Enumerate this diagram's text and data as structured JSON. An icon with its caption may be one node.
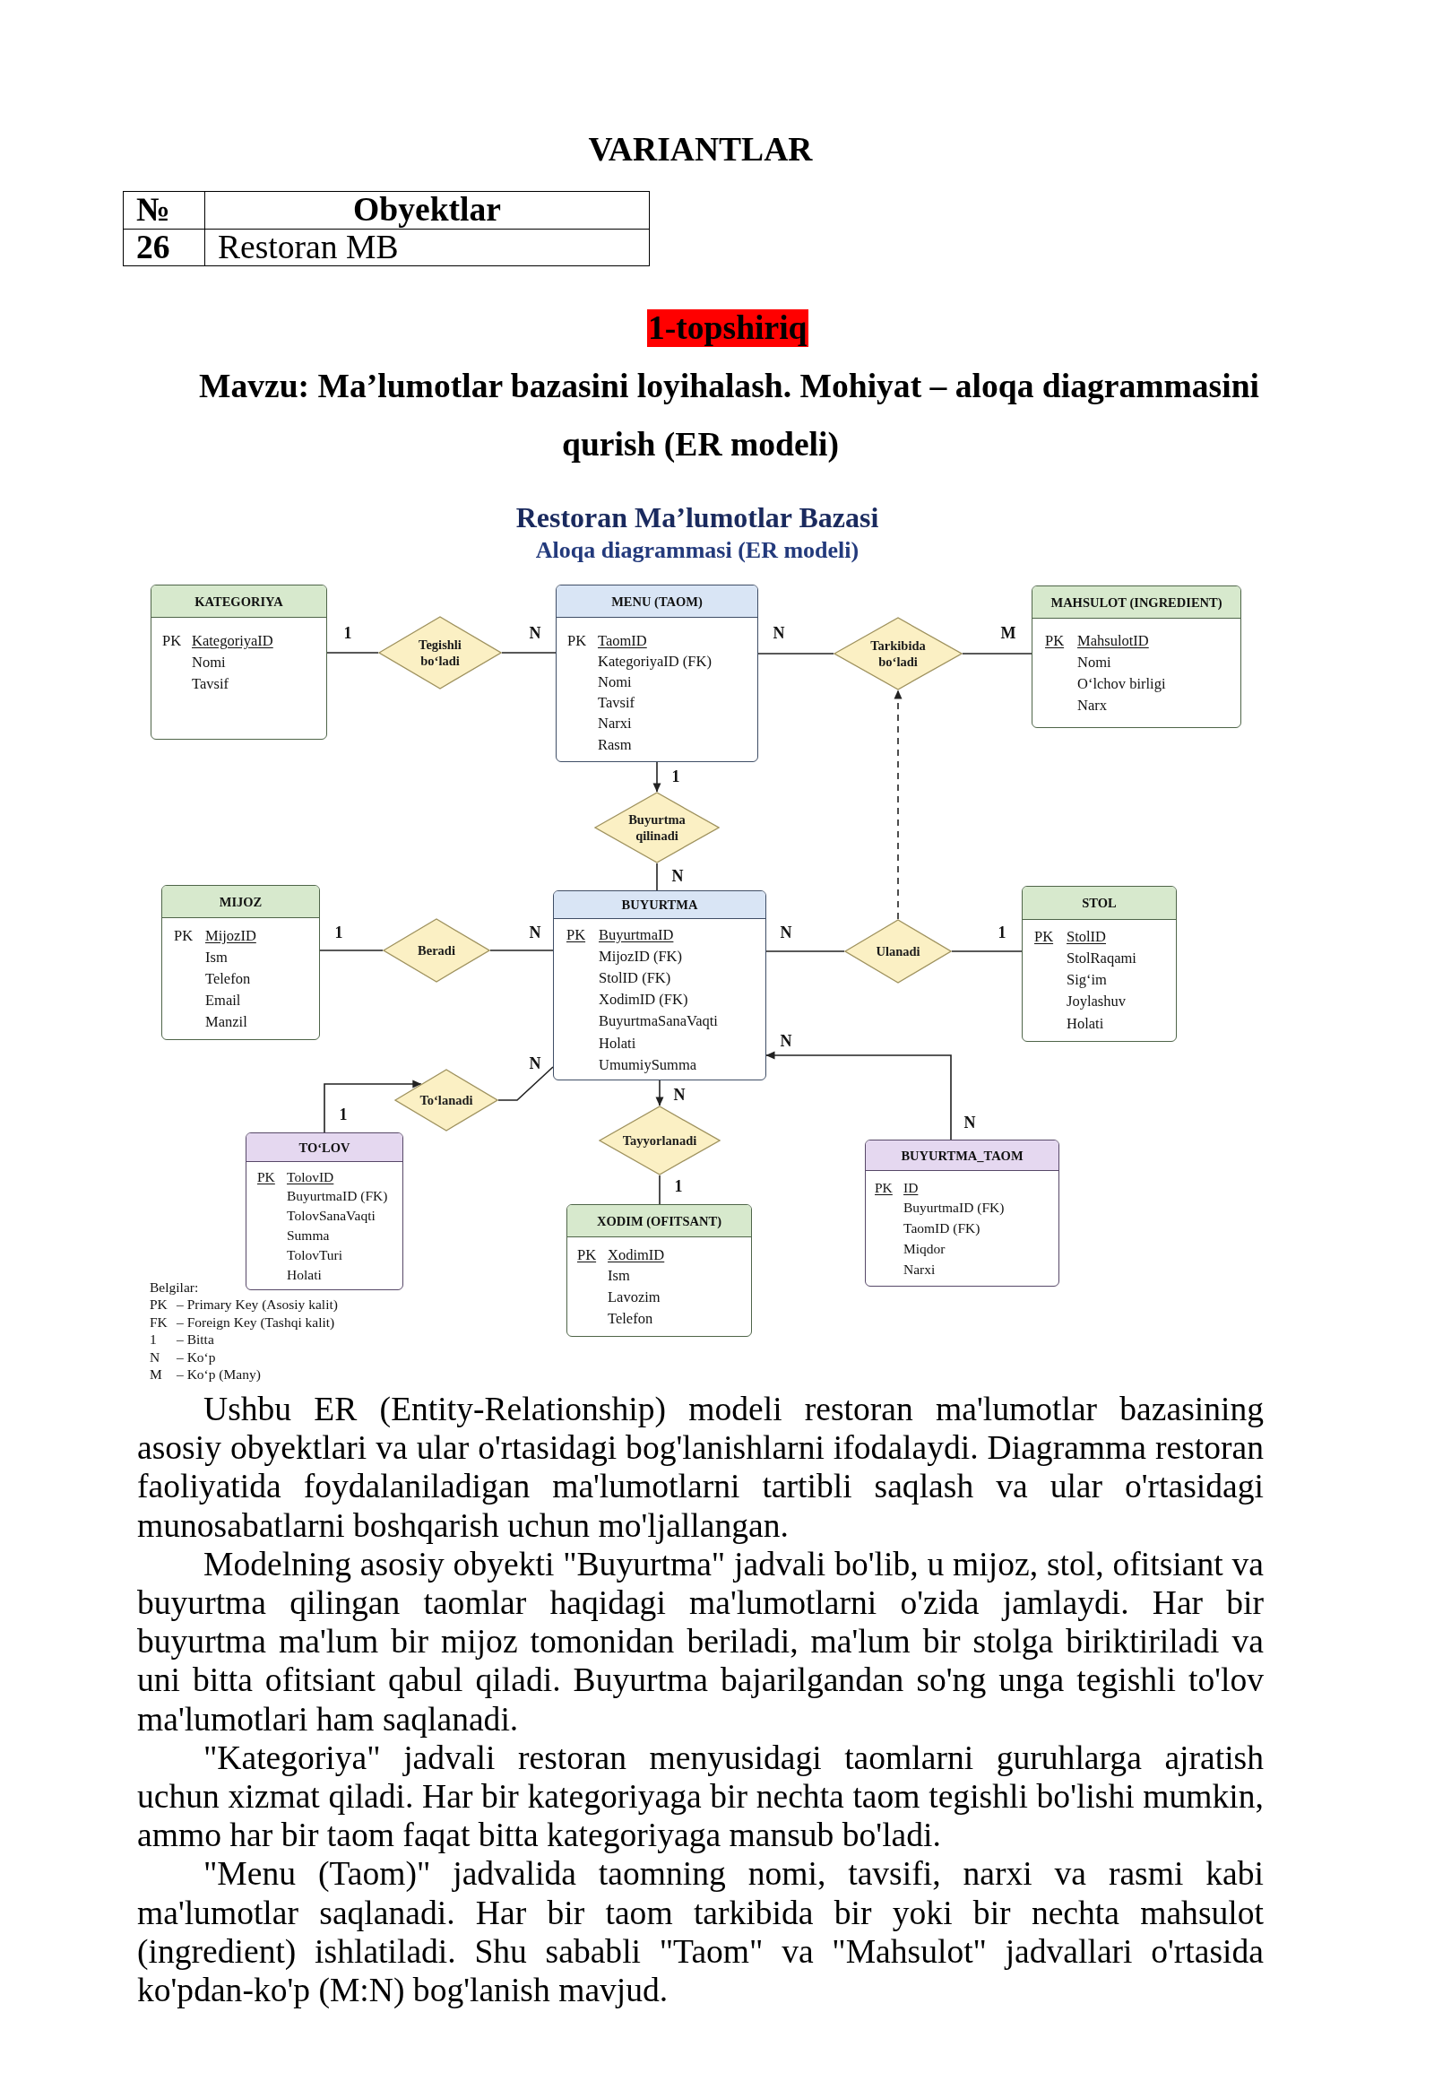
{
  "diagram": {
    "title": "Restoran Ma’lumotlar Bazasi",
    "nodes": [
      {
        "text": [
          "KATEGORIYA",
          "PK",
          "KategoriyaID",
          "Nomi",
          "Tavsif"
        ]
      },
      {
        "text": [
          "Tegishli bo‘ladi"
        ]
      },
      {
        "text": [
          "MENU (TAOM)",
          "PK",
          "TaomID",
          "KategoriyaID (FK)",
          "Nomi",
          "Tavsif",
          "Narxi",
          "Rasm"
        ]
      },
      {
        "text": [
          "Tarkibida bo‘ladi"
        ]
      },
      {
        "text": [
          "MAHSULOT (INGREDIENT)",
          "PK",
          "MahsulotID",
          "Nomi",
          "O‘lchov birligi",
          "Narx"
        ]
      },
      {
        "text": [
          "Buyurtma qilinadi"
        ]
      },
      {
        "text": [
          "MIJOZ",
          "PK",
          "MijozID",
          "Ism",
          "Telefon",
          "Email",
          "Manzil"
        ]
      },
      {
        "text": [
          "Beradi"
        ]
      },
      {
        "text": [
          "BUYURTMA",
          "PK",
          "BuyurtmaID",
          "MijozID (FK)",
          "StolID (FK)",
          "XodimID (FK)",
          "BuyurtmaSanaVaqti",
          "Holati",
          "UmumiySumma"
        ]
      },
      {
        "text": [
          "Ulanadi"
        ]
      },
      {
        "text": [
          "STOL",
          "PK",
          "StolID",
          "StolRaqami",
          "Sig‘im",
          "Joylashuv",
          "Holati"
        ]
      },
      {
        "text": [
          "To‘lanadi"
        ]
      },
      {
        "text": [
          "Tayyorlanadi"
        ]
      },
      {
        "text": [
          "TO‘LOV",
          "PK",
          "TolovID",
          "BuyurtmaID (FK)",
          "TolovSanaVaqti",
          "Summa",
          "TolovTuri",
          "Holati"
        ]
      },
      {
        "text": [
          "BUYURTMA_TAOM",
          "PK",
          "ID",
          "BuyurtmaID (FK)",
          "TaomID (FK)",
          "Miqdor",
          "Narxi"
        ]
      },
      {
        "text": [
          "XODIM (OFITSANT)",
          "PK",
          "XodimID",
          "Ism",
          "Lavozim",
          "Telefon"
        ]
      }
    ],
    "edges": [
      {
        "from": 0,
        "to": 1,
        "arrow": "none",
        "label": "1"
      },
      {
        "from": 1,
        "to": 2,
        "arrow": "none",
        "label": "N"
      },
      {
        "from": 2,
        "to": 3,
        "arrow": "none",
        "label": "N"
      },
      {
        "from": 3,
        "to": 4,
        "arrow": "none",
        "label": "M"
      },
      {
        "from": 2,
        "to": 5,
        "arrow": "to",
        "label": "1"
      },
      {
        "from": 5,
        "to": 8,
        "arrow": "none",
        "label": "N"
      },
      {
        "from": 6,
        "to": 7,
        "arrow": "none",
        "label": "1"
      },
      {
        "from": 7,
        "to": 8,
        "arrow": "none",
        "label": "N"
      },
      {
        "from": 8,
        "to": 9,
        "arrow": "none",
        "label": "N"
      },
      {
        "from": 9,
        "to": 10,
        "arrow": "none",
        "label": "1"
      },
      {
        "from": 9,
        "to": 3,
        "arrow": "to",
        "style": "dashed"
      },
      {
        "from": 8,
        "to": 11,
        "arrow": "none",
        "label": "N"
      },
      {
        "from": 13,
        "to": 11,
        "arrow": "to",
        "label": "1"
      },
      {
        "from": 8,
        "to": 12,
        "arrow": "to",
        "label": "N"
      },
      {
        "from": 12,
        "to": 15,
        "arrow": "none",
        "label": "1"
      },
      {
        "from": 14,
        "to": 8,
        "arrow": "to",
        "label": "N"
      }
    ],
    "labels": [
      "VARIANTLAR",
      "№",
      "Obyektlar",
      "26",
      "Restoran MB",
      "1-topshiriq",
      "Mavzu: Ma’lumotlar bazasini loyihalash. Mohiyat – aloqa diagrammasini qurish (ER modeli)",
      "Aloqa diagrammasi (ER modeli)",
      "N",
      "Belgilar:",
      "PK",
      "– Primary Key (Asosiy kalit)",
      "FK",
      "– Foreign Key (Tashqi kalit)",
      "1",
      "– Bitta",
      "N",
      "– Ko‘p",
      "M",
      "– Ko‘p (Many)",
      "Ushbu ER (Entity-Relationship) modeli restoran ma'lumotlar bazasining asosiy obyektlari va ular o'rtasidagi bog'lanishlarni ifodalaydi. Diagramma restoran faoliyatida foydalaniladigan ma'lumotlarni tartibli saqlash va ular o'rtasidagi munosabatlarni boshqarish uchun mo'ljallangan.",
      "Modelning asosiy obyekti \"Buyurtma\" jadvali bo'lib, u mijoz, stol, ofitsiant va buyurtma qilingan taomlar haqidagi ma'lumotlarni o'zida jamlaydi. Har bir buyurtma ma'lum bir mijoz tomonidan beriladi, ma'lum bir stolga biriktiriladi va uni bitta ofitsiant qabul qiladi. Buyurtma bajarilgandan so'ng unga tegishli to'lov ma'lumotlari ham saqlanadi.",
      "\"Kategoriya\" jadvali restoran menyusidagi taomlarni guruhlarga ajratish uchun xizmat qiladi. Har bir kategoriyaga bir nechta taom tegishli bo'lishi mumkin, ammo har bir taom faqat bitta kategoriyaga mansub bo'ladi.",
      "\"Menu (Taom)\" jadvalida taomning nomi, tavsifi, narxi va rasmi kabi ma'lumotlar saqlanadi. Har bir taom tarkibida bir yoki bir nechta mahsulot (ingredient) ishlatiladi. Shu sababli \"Taom\" va \"Mahsulot\" jadvallari o'rtasida ko'pdan-ko'p (M:N) bog'lanish mavjud."
    ]
  }
}
